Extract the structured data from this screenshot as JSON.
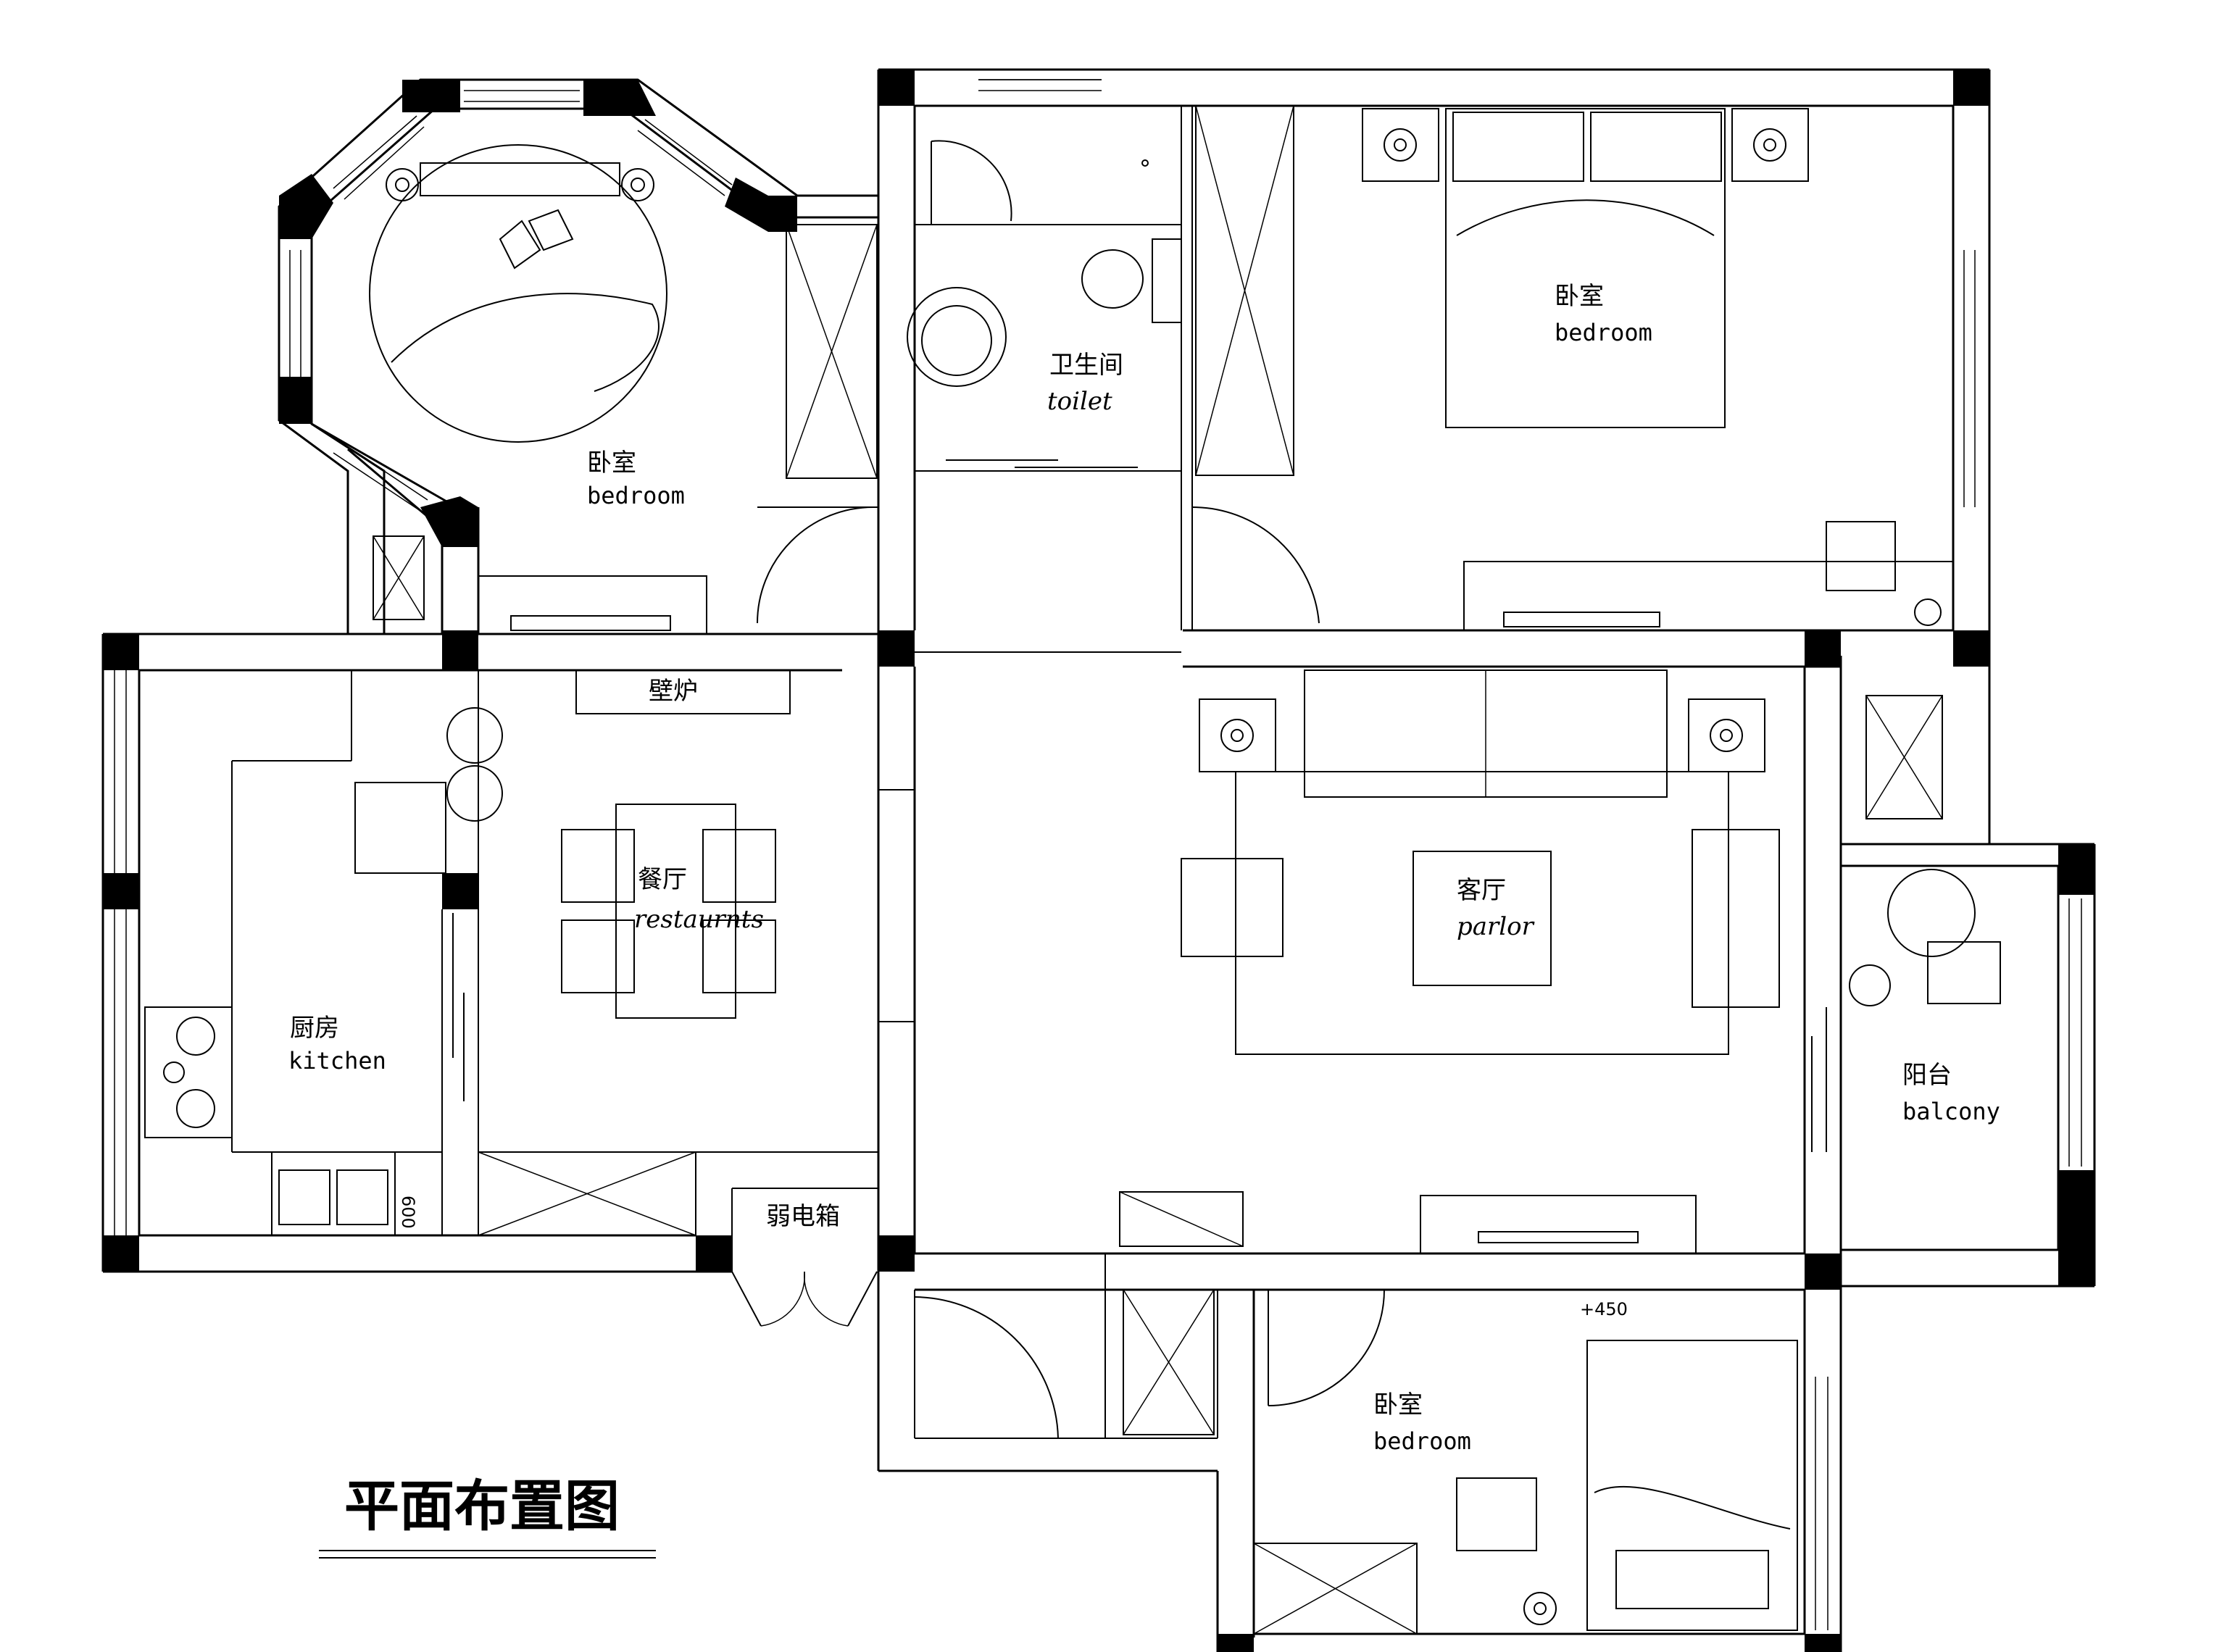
{
  "title": "平面布置图",
  "rooms": {
    "bedroom_nw": {
      "cn": "卧室",
      "en": "bedroom"
    },
    "toilet": {
      "cn": "卫生间",
      "en": "toilet"
    },
    "bedroom_ne": {
      "cn": "卧室",
      "en": "bedroom"
    },
    "fireplace": {
      "cn": "壁炉"
    },
    "dining": {
      "cn": "餐厅",
      "en": "restaurnts"
    },
    "kitchen": {
      "cn": "厨房",
      "en": "kitchen"
    },
    "living": {
      "cn": "客厅",
      "en": "parlor"
    },
    "balcony": {
      "cn": "阳台",
      "en": "balcony"
    },
    "weak_box": {
      "cn": "弱电箱"
    },
    "bedroom_s": {
      "cn": "卧室",
      "en": "bedroom"
    }
  },
  "annotations": {
    "height_mark": "+450",
    "counter_dim": "600"
  }
}
